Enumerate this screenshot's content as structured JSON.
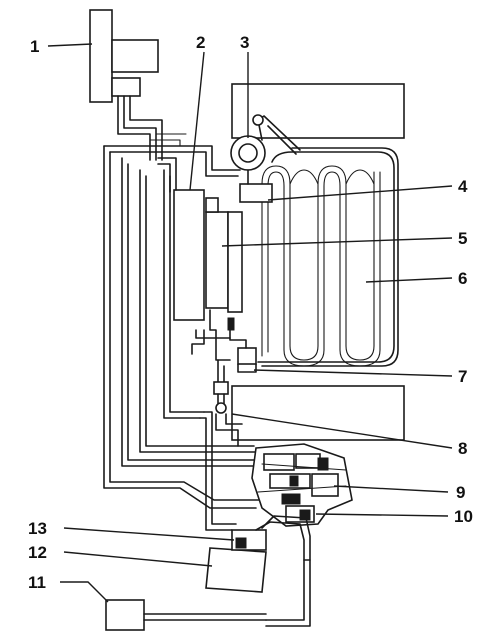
{
  "callouts": [
    {
      "id": "1",
      "text": "1"
    },
    {
      "id": "2",
      "text": "2"
    },
    {
      "id": "3",
      "text": "3"
    },
    {
      "id": "4",
      "text": "4"
    },
    {
      "id": "5",
      "text": "5"
    },
    {
      "id": "6",
      "text": "6"
    },
    {
      "id": "7",
      "text": "7"
    },
    {
      "id": "8",
      "text": "8"
    },
    {
      "id": "9",
      "text": "9"
    },
    {
      "id": "10",
      "text": "10"
    },
    {
      "id": "11",
      "text": "11"
    },
    {
      "id": "12",
      "text": "12"
    },
    {
      "id": "13",
      "text": "13"
    }
  ],
  "colors": {
    "ink": "#1a1a1a",
    "paper": "#ffffff"
  }
}
